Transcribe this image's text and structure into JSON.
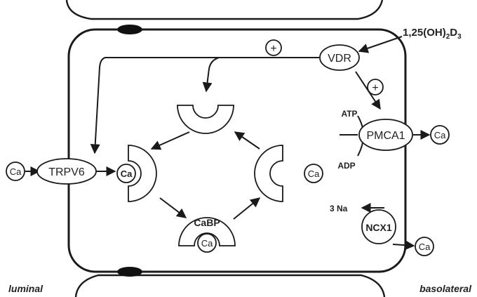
{
  "colors": {
    "line": "#1a1a1a",
    "fill": "#ffffff",
    "junction": "#111111"
  },
  "labels": {
    "hormone": "1,25(OH)",
    "hormone_sub1": "2",
    "hormone_mid": "D",
    "hormone_sub2": "3",
    "vdr": "VDR",
    "plus": "+",
    "trpv6": "TRPV6",
    "pmca1": "PMCA1",
    "ncx1": "NCX1",
    "cabp": "CaBP",
    "ca": "Ca",
    "atp": "ATP",
    "adp": "ADP",
    "na": "3 Na",
    "luminal": "luminal",
    "basolateral": "basolateral"
  }
}
